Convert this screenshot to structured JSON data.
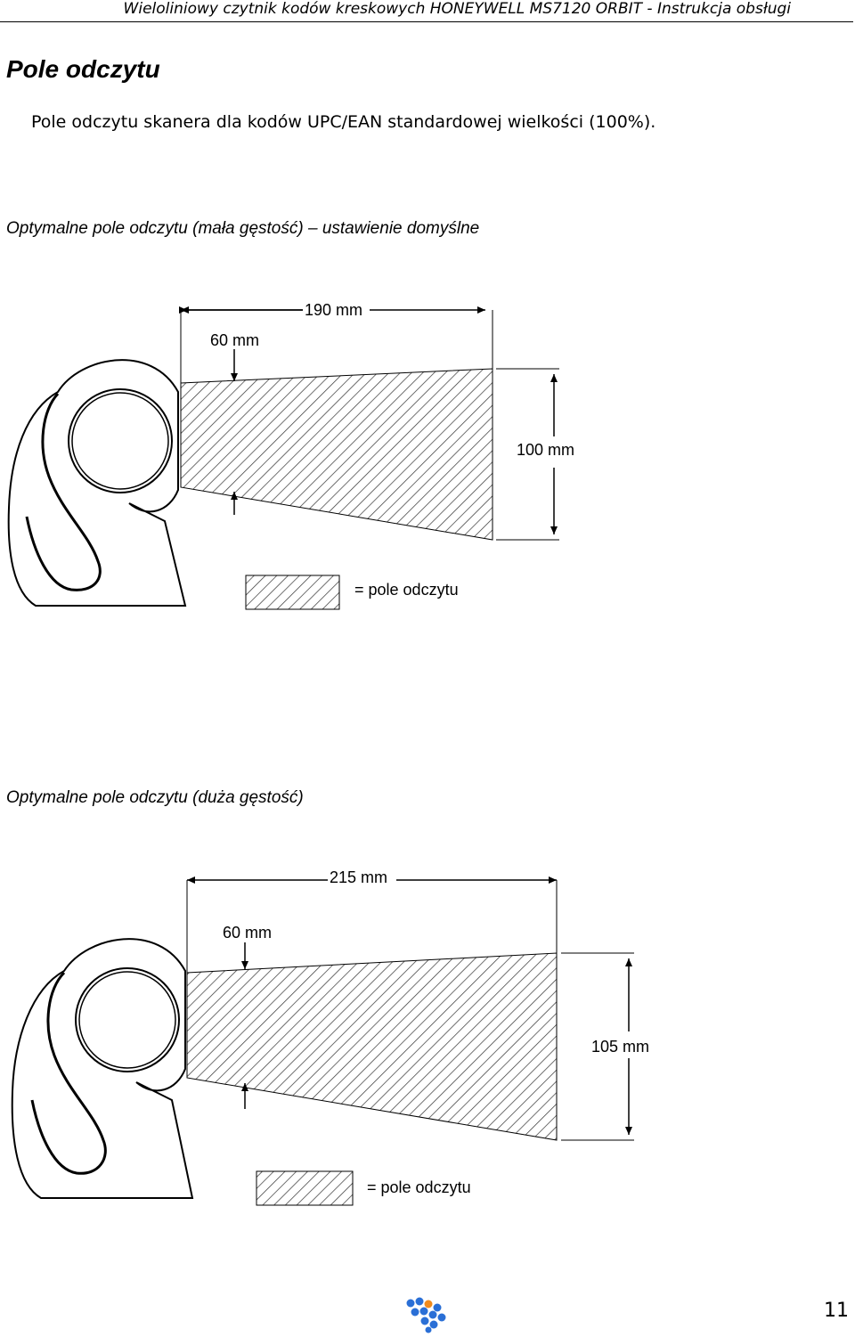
{
  "header": {
    "title": "Wieloliniowy czytnik kodów kreskowych HONEYWELL MS7120 ORBIT - Instrukcja obsługi"
  },
  "section": {
    "title": "Pole odczytu",
    "intro": "Pole odczytu skanera dla kodów UPC/EAN standardowej wielkości (100%)."
  },
  "diagrams": [
    {
      "title": "Optymalne pole odczytu (mała gęstość) – ustawienie domyślne",
      "length_label": "190 mm",
      "near_label": "60 mm",
      "height_label": "100 mm",
      "legend_label": "= pole odczytu"
    },
    {
      "title": "Optymalne pole odczytu (duża gęstość)",
      "length_label": "215 mm",
      "near_label": "60 mm",
      "height_label": "105 mm",
      "legend_label": "= pole odczytu"
    }
  ],
  "footer": {
    "page_number": "11",
    "logo_icon": "company-logo-icon"
  },
  "colors": {
    "logo_blue": "#2a6fd6",
    "logo_orange": "#f08a1c"
  }
}
